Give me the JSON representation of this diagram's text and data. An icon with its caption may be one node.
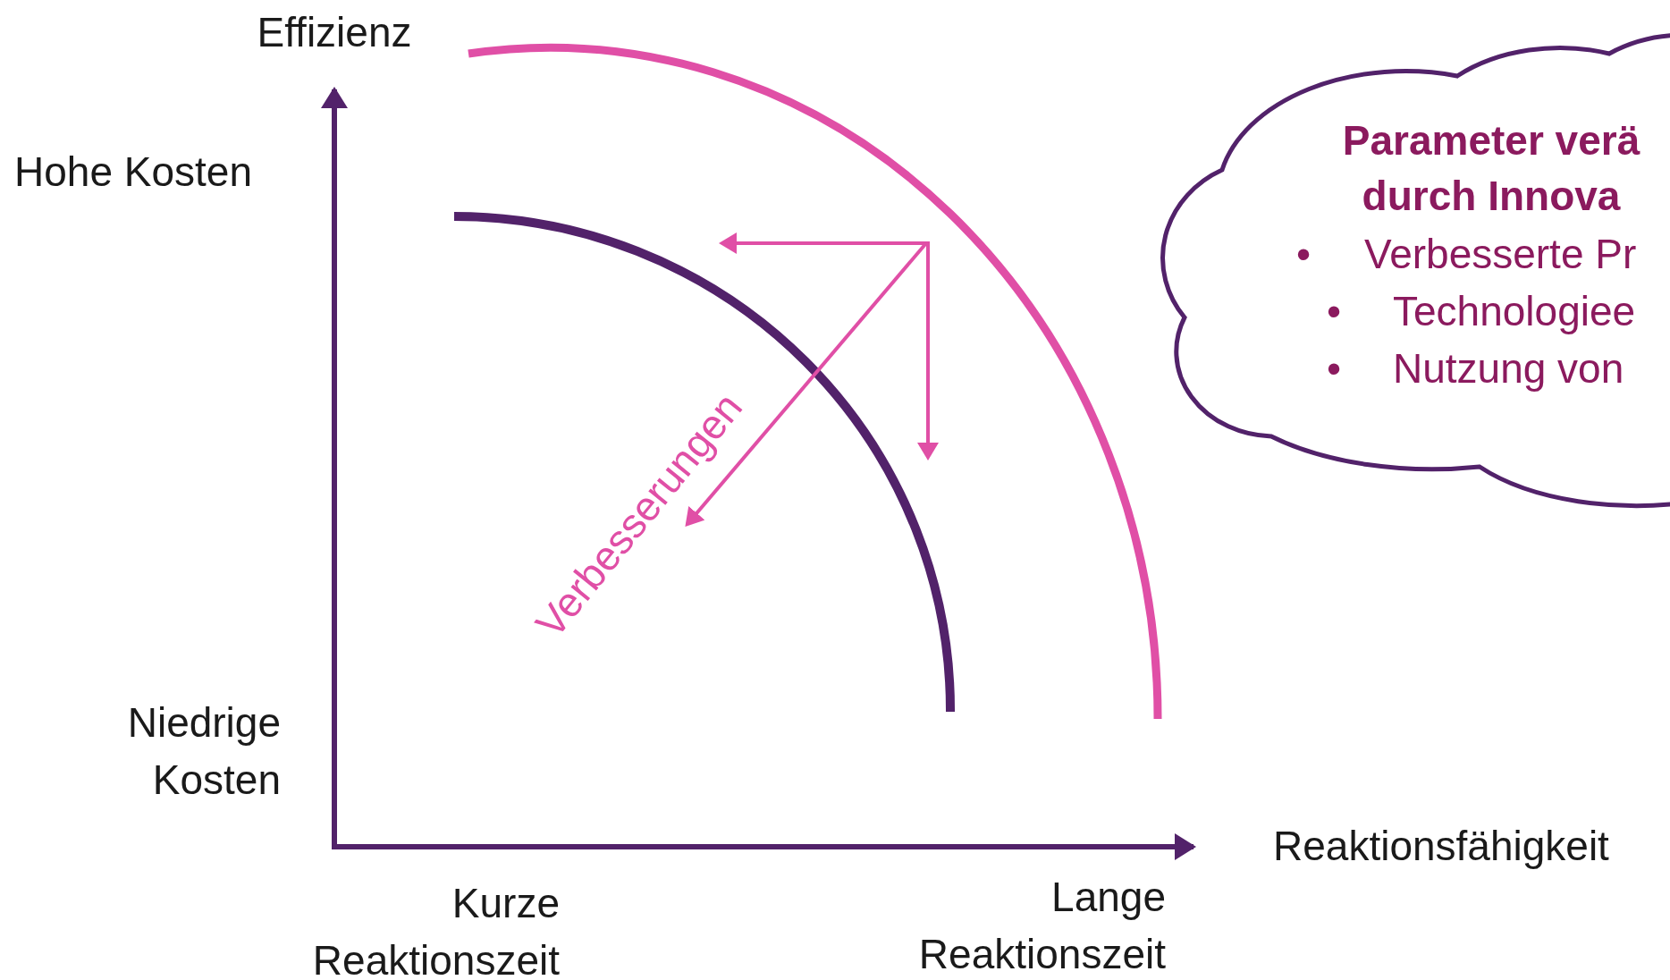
{
  "diagram": {
    "nodes": [
      {
        "text": [
          "Parameter verä durch Innova",
          "•",
          "Verbesserte Pr",
          "•",
          "Technologiee",
          "•",
          "Nutzung von"
        ]
      }
    ],
    "labels": [
      "Effizienz",
      "Hohe Kosten",
      "Niedrige Kosten",
      "Reaktionsfähigkeit",
      "Kurze Reaktionszeit",
      "Lange Reaktionszeit",
      "Verbesserungen"
    ]
  }
}
